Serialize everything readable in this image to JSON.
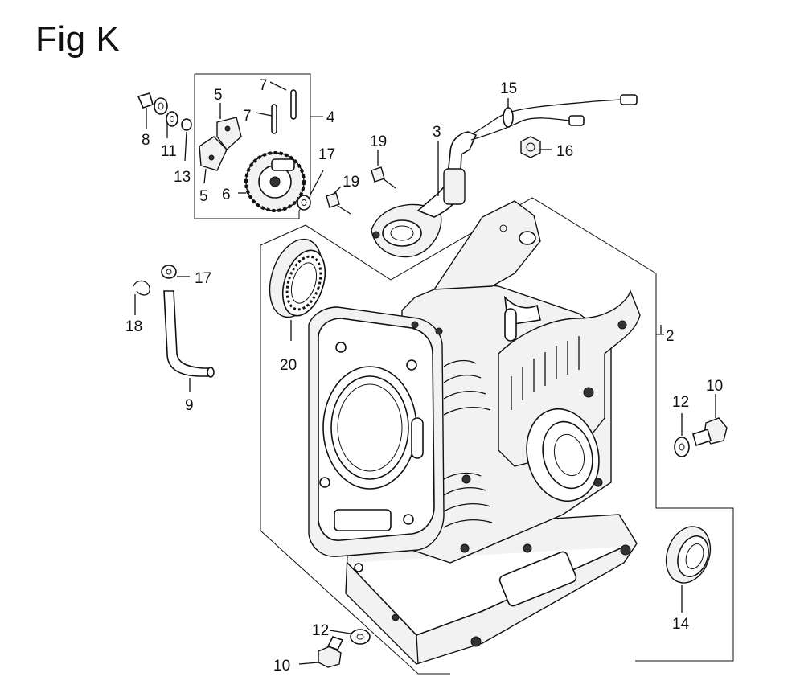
{
  "figure": {
    "title": "Fig K"
  },
  "callouts": [
    {
      "id": "c7a",
      "label": "7"
    },
    {
      "id": "c5a",
      "label": "5"
    },
    {
      "id": "c7b",
      "label": "7"
    },
    {
      "id": "c4",
      "label": "4"
    },
    {
      "id": "c15",
      "label": "15"
    },
    {
      "id": "c8",
      "label": "8"
    },
    {
      "id": "c11",
      "label": "11"
    },
    {
      "id": "c13",
      "label": "13"
    },
    {
      "id": "c5b",
      "label": "5"
    },
    {
      "id": "c6",
      "label": "6"
    },
    {
      "id": "c17a",
      "label": "17"
    },
    {
      "id": "c3",
      "label": "3"
    },
    {
      "id": "c19a",
      "label": "19"
    },
    {
      "id": "c19b",
      "label": "19"
    },
    {
      "id": "c16",
      "label": "16"
    },
    {
      "id": "c17b",
      "label": "17"
    },
    {
      "id": "c18",
      "label": "18"
    },
    {
      "id": "c9",
      "label": "9"
    },
    {
      "id": "c20",
      "label": "20"
    },
    {
      "id": "c2",
      "label": "2"
    },
    {
      "id": "c12a",
      "label": "12"
    },
    {
      "id": "c10a",
      "label": "10"
    },
    {
      "id": "c14",
      "label": "14"
    },
    {
      "id": "c12b",
      "label": "12"
    },
    {
      "id": "c10b",
      "label": "10"
    }
  ]
}
